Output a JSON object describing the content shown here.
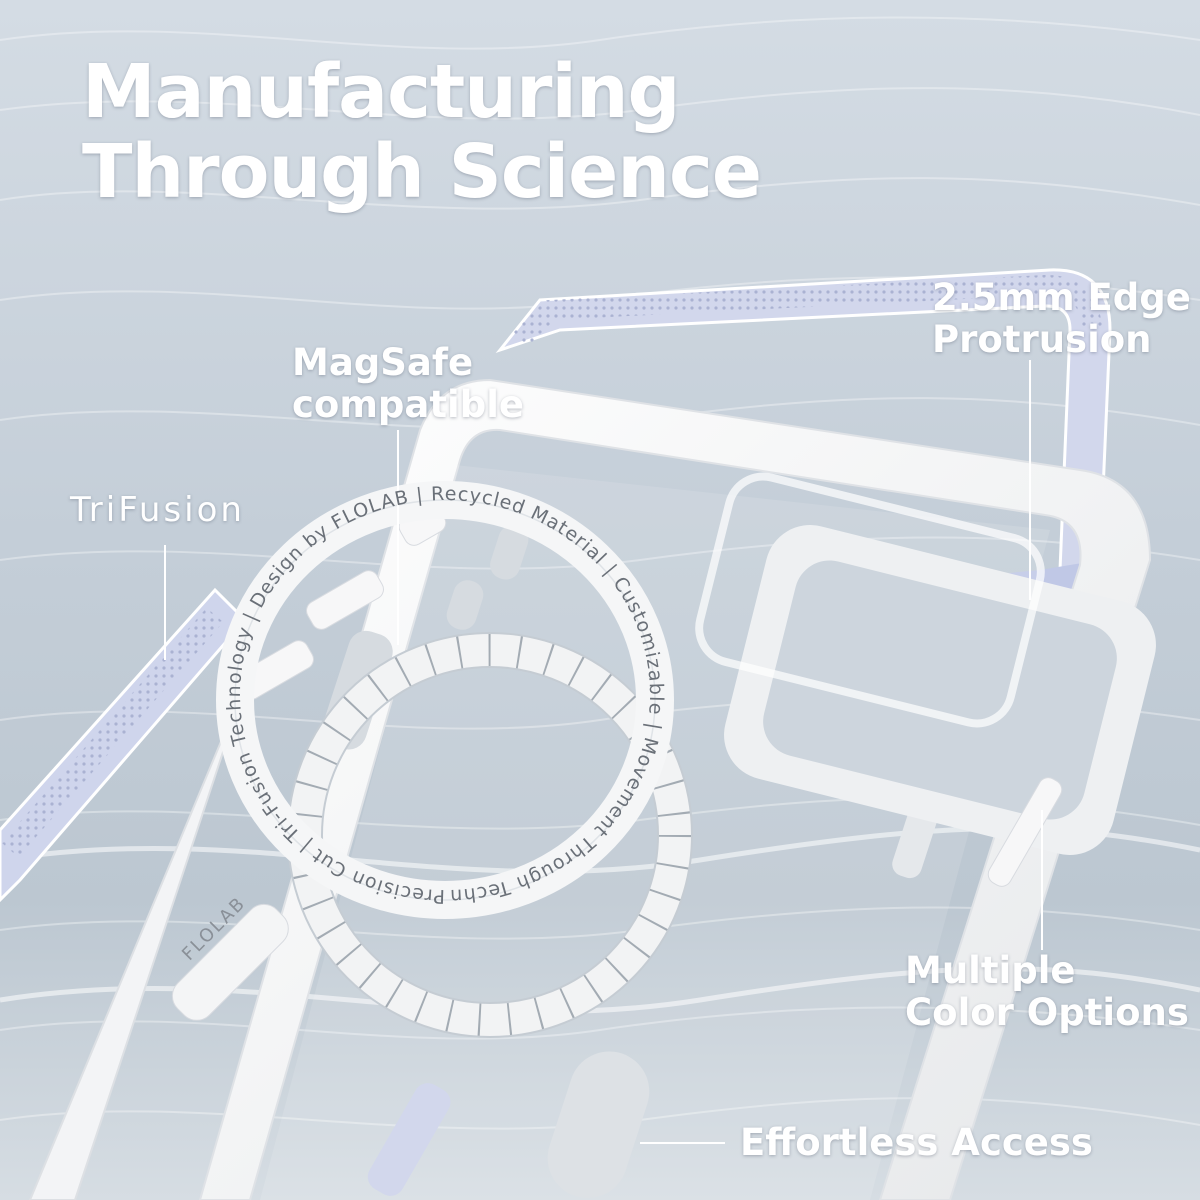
{
  "title_lines": [
    "Manufacturing",
    "Through Science"
  ],
  "brand_logo": "TriFusion",
  "callouts": {
    "magsafe": [
      "MagSafe",
      "compatible"
    ],
    "edge": [
      "2.5mm Edge",
      "Protrusion"
    ],
    "colors": [
      "Multiple",
      "Color Options"
    ],
    "access": "Effortless Access"
  },
  "ring_text": "Precision Cut | Tri-Fusion Technology | Design by FLOLAB | Recycled Material | Customizable | Movement Through Technology |",
  "button_logo": "FLOLAB",
  "colors": {
    "background": "#c9d3dc",
    "frame": "#f4f5f6",
    "accent_grip": "#c9cfe6",
    "text": "#ffffff"
  }
}
